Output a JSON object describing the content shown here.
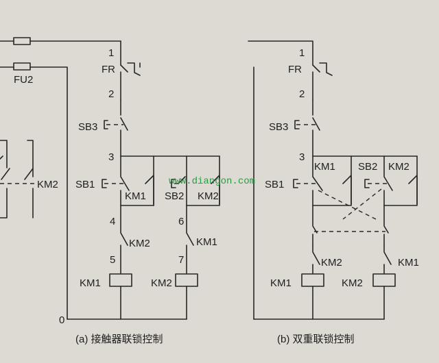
{
  "panel_a": {
    "caption": "(a) 接触器联锁控制",
    "fuse": "FU2",
    "fr": "FR",
    "sb3": "SB3",
    "sb1": "SB1",
    "sb2": "SB2",
    "km1_contact": "KM1",
    "km2_contact": "KM2",
    "km2_nc": "KM2",
    "km1_nc": "KM1",
    "km1_coil": "KM1",
    "km2_coil": "KM2",
    "left_km2": "KM2",
    "nodes": {
      "n0": "0",
      "n1": "1",
      "n2": "2",
      "n3": "3",
      "n4": "4",
      "n5": "5",
      "n6": "6",
      "n7": "7"
    }
  },
  "panel_b": {
    "caption": "(b) 双重联锁控制",
    "fr": "FR",
    "sb3": "SB3",
    "sb1": "SB1",
    "sb2": "SB2",
    "km1_contact": "KM1",
    "km2_contact": "KM2",
    "km2_nc": "KM2",
    "km1_nc": "KM1",
    "km1_coil": "KM1",
    "km2_coil": "KM2",
    "nodes": {
      "n1": "1",
      "n2": "2",
      "n3": "3"
    }
  },
  "watermark": "www.diangon.com"
}
